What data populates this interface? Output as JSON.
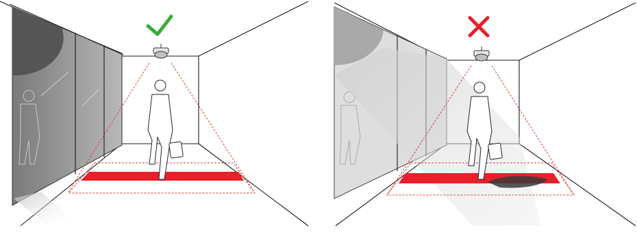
{
  "panels": [
    {
      "id": "left",
      "status": "correct",
      "status_icon": "check-mark-icon",
      "status_color": "#3aaa35",
      "floor_band_color": "#e8202a"
    },
    {
      "id": "right",
      "status": "incorrect",
      "status_icon": "cross-mark-icon",
      "status_color": "#e8202a",
      "floor_band_color": "#e8202a"
    }
  ],
  "colors": {
    "detection_zone": "#e0413a",
    "line": "#1a1a1a",
    "glass": "#8e8e8e",
    "light_beam": "#d9d9d9"
  }
}
